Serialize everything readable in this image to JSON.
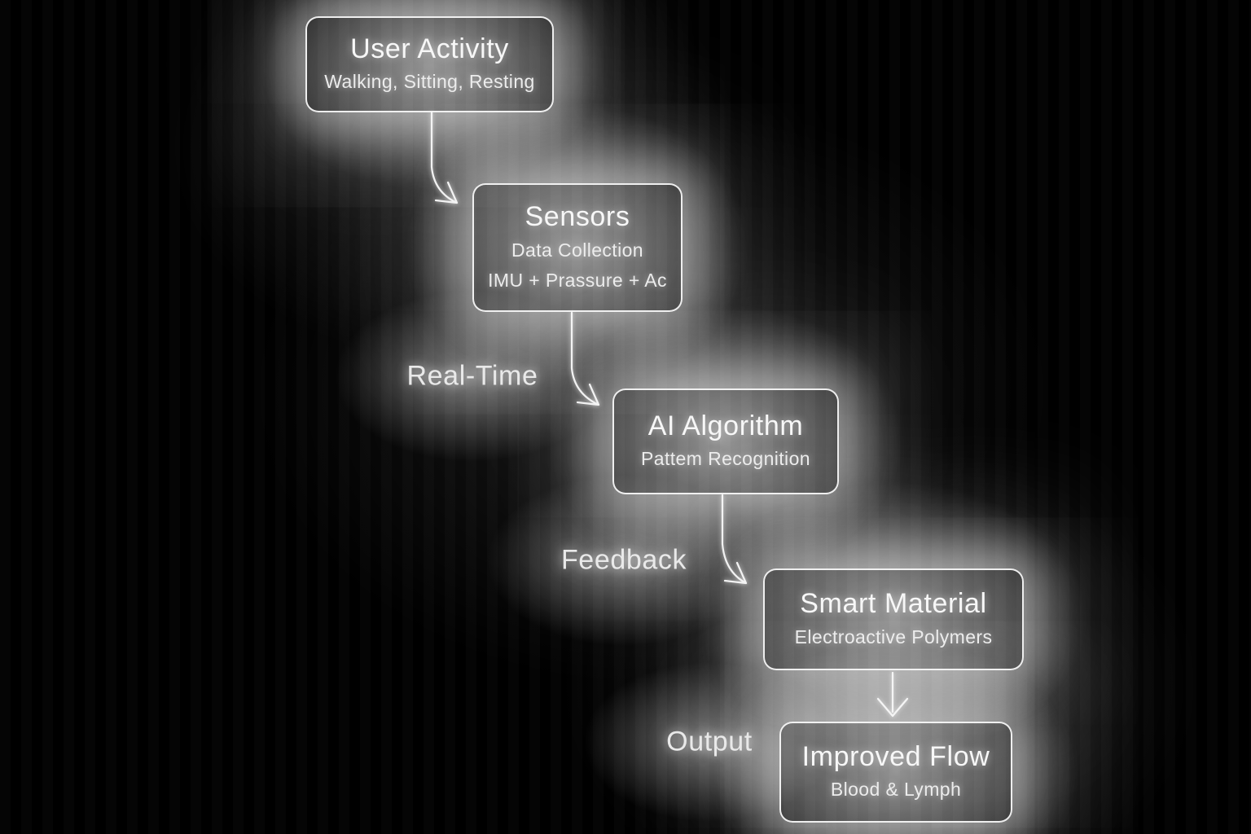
{
  "diagram": {
    "nodes": [
      {
        "id": "user-activity",
        "title": "User Activity",
        "lines": [
          "Walking, Sitting, Resting"
        ]
      },
      {
        "id": "sensors",
        "title": "Sensors",
        "lines": [
          "Data Collection",
          "IMU + Prassure + Ac"
        ]
      },
      {
        "id": "ai-algorithm",
        "title": "AI Algorithm",
        "lines": [
          "Pattem Recognition"
        ]
      },
      {
        "id": "smart-material",
        "title": "Smart Material",
        "lines": [
          "Electroactive Polymers"
        ]
      },
      {
        "id": "improved-flow",
        "title": "Improved Flow",
        "lines": [
          "Blood & Lymph"
        ]
      }
    ],
    "edge_labels": [
      {
        "id": "real-time",
        "text": "Real-Time"
      },
      {
        "id": "feedback",
        "text": "Feedback"
      },
      {
        "id": "output",
        "text": "Output"
      }
    ],
    "colors": {
      "background": "#000000",
      "node_fill": "#8a8a8a",
      "node_border": "#f2f2f2",
      "text": "#f5f5f5",
      "arrow": "#f0f0f0"
    }
  }
}
